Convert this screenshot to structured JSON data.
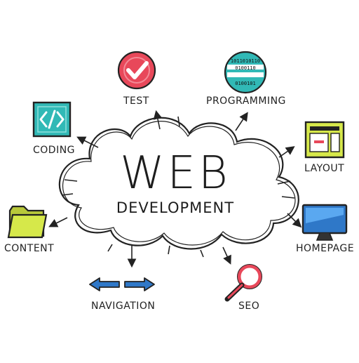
{
  "center": {
    "title": "WEB",
    "subtitle": "DEVELOPMENT"
  },
  "nodes": {
    "test": "TEST",
    "programming": "PROGRAMMING",
    "coding": "CODING",
    "layout": "LAYOUT",
    "content": "CONTENT",
    "homepage": "HOMEPAGE",
    "navigation": "NAVIGATION",
    "seo": "SEO"
  },
  "programming_icon": {
    "row1": "1011010110",
    "row2": "0100110",
    "row3": "0100101"
  },
  "colors": {
    "ink": "#222222",
    "red": "#e8485a",
    "teal": "#31b9b6",
    "lime": "#d6e84a",
    "blue": "#2f78c8",
    "blue_light": "#5aa8f0",
    "dark": "#333333"
  }
}
